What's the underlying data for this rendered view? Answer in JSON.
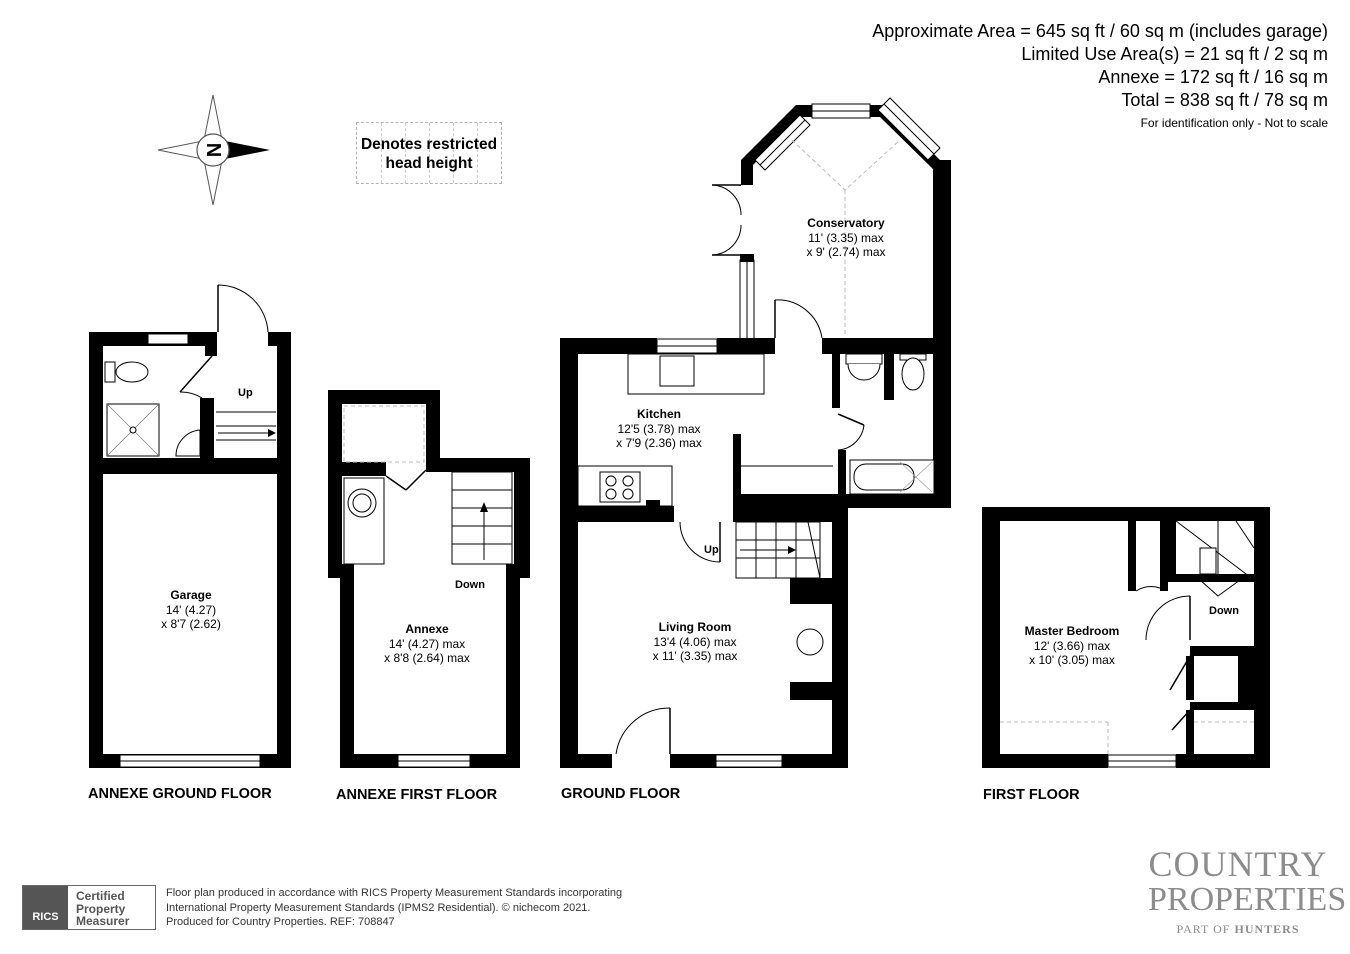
{
  "areas": {
    "line1": "Approximate Area = 645 sq ft / 60 sq m (includes garage)",
    "line2": "Limited Use Area(s) = 21 sq ft / 2 sq m",
    "line3": "Annexe = 172 sq ft / 16 sq m",
    "line4": "Total = 838 sq ft / 78 sq m",
    "note": "For identification only - Not to scale"
  },
  "legend": {
    "line1": "Denotes restricted",
    "line2": "head height"
  },
  "compass": {
    "letter": "N"
  },
  "rooms": {
    "garage": {
      "name": "Garage",
      "dim1": "14' (4.27)",
      "dim2": "x 8'7 (2.62)"
    },
    "annexe": {
      "name": "Annexe",
      "dim1": "14' (4.27) max",
      "dim2": "x 8'8 (2.64) max"
    },
    "kitchen": {
      "name": "Kitchen",
      "dim1": "12'5 (3.78) max",
      "dim2": "x 7'9 (2.36) max"
    },
    "conservatory": {
      "name": "Conservatory",
      "dim1": "11' (3.35) max",
      "dim2": "x 9' (2.74) max"
    },
    "living": {
      "name": "Living Room",
      "dim1": "13'4 (4.06) max",
      "dim2": "x 11' (3.35) max"
    },
    "master": {
      "name": "Master Bedroom",
      "dim1": "12' (3.66) max",
      "dim2": "x 10' (3.05) max"
    }
  },
  "stair_tags": {
    "annexe_ground_up": "Up",
    "annexe_first_down": "Down",
    "ground_up": "Up",
    "first_down": "Down"
  },
  "floors": {
    "annexe_ground": "ANNEXE GROUND FLOOR",
    "annexe_first": "ANNEXE FIRST FLOOR",
    "ground": "GROUND FLOOR",
    "first": "FIRST FLOOR"
  },
  "footer": {
    "line1": "Floor plan produced in accordance with RICS Property Measurement Standards incorporating",
    "line2": "International Property Measurement Standards (IPMS2 Residential).   © nichecom 2021.",
    "line3": "Produced for Country Properties.   REF: 708847"
  },
  "rics": {
    "logo": "RICS",
    "l1": "Certified",
    "l2": "Property",
    "l3": "Measurer"
  },
  "brand": {
    "line1": "COUNTRY",
    "line2": "PROPERTIES",
    "line3a": "PART OF ",
    "line3b": "HUNTERS"
  }
}
